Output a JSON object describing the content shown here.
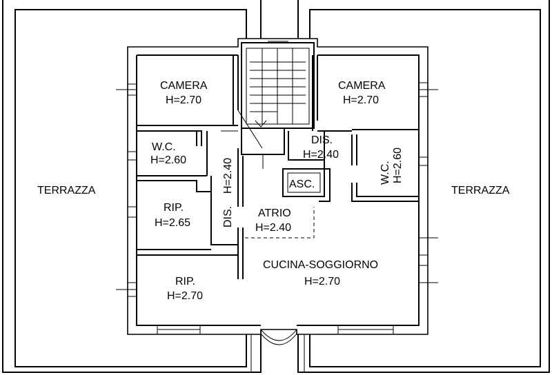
{
  "rooms": {
    "terrace_left": "TERRAZZA",
    "terrace_right": "TERRAZZA",
    "camera_left": [
      "CAMERA",
      "H=2.70"
    ],
    "camera_right": [
      "CAMERA",
      "H=2.70"
    ],
    "wc_left": [
      "W.C.",
      "H=2.60"
    ],
    "wc_right": [
      "W.C.",
      "H=2.60"
    ],
    "rip_top": [
      "RIP.",
      "H=2.65"
    ],
    "rip_bottom": [
      "RIP.",
      "H=2.70"
    ],
    "dis_corridor": [
      "DIS.",
      "H=2.40"
    ],
    "dis_right": [
      "DIS.",
      "H=2.40"
    ],
    "asc": "ASC.",
    "atrio": [
      "ATRIO",
      "H=2.40"
    ],
    "cucina": [
      "CUCINA-SOGGIORNO",
      "H=2.70"
    ]
  }
}
